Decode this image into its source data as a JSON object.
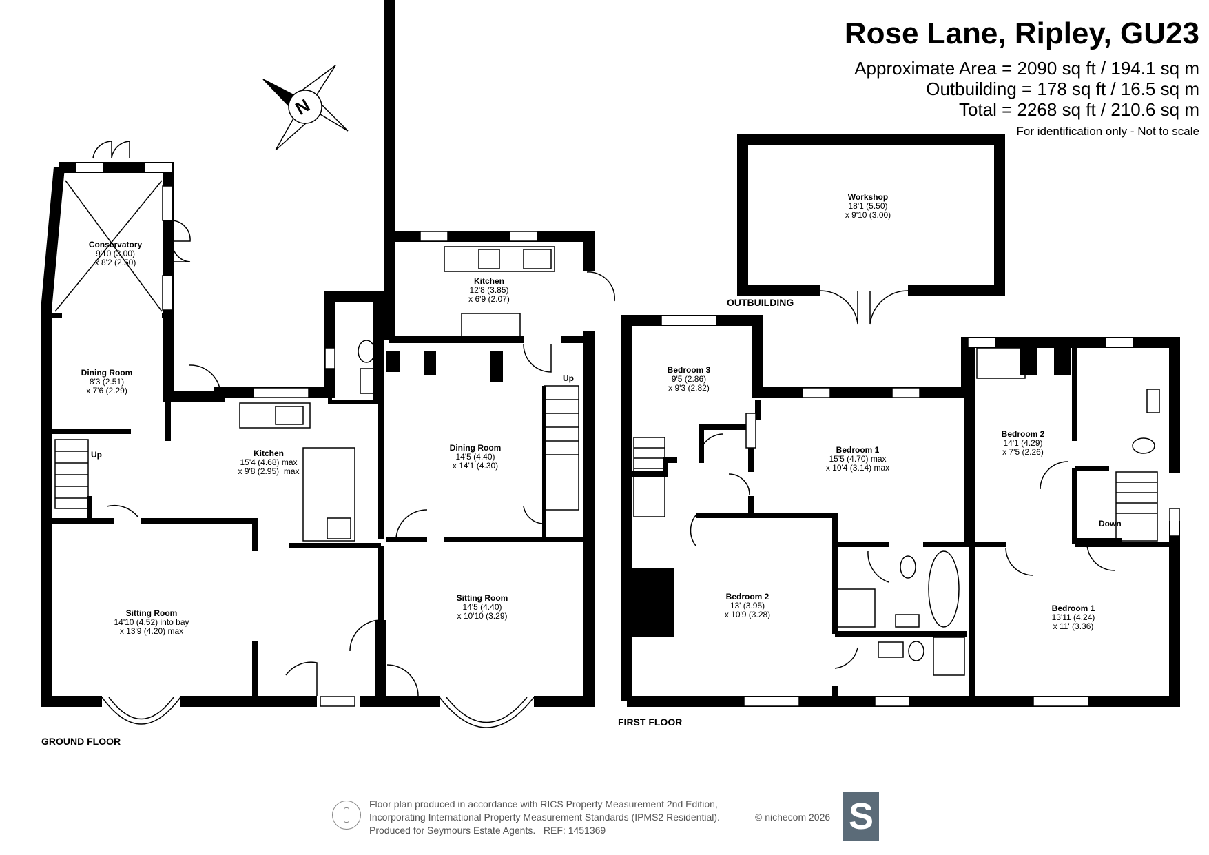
{
  "header": {
    "title": "Rose Lane, Ripley, GU23",
    "area_main": "Approximate Area = 2090 sq ft / 194.1 sq m",
    "area_outbuilding": "Outbuilding = 178 sq ft / 16.5 sq m",
    "area_total": "Total = 2268 sq ft / 210.6 sq m",
    "note": "For identification only - Not to scale"
  },
  "compass": {
    "label": "N"
  },
  "floors": {
    "ground": "GROUND FLOOR",
    "first": "FIRST FLOOR",
    "outbuilding": "OUTBUILDING"
  },
  "rooms": {
    "conservatory": {
      "name": "Conservatory",
      "d1": "9'10 (3.00)",
      "d2": "x 8'2 (2.50)"
    },
    "dining_left": {
      "name": "Dining Room",
      "d1": "8'3 (2.51)",
      "d2": "x 7'6 (2.29)"
    },
    "kitchen_mid": {
      "name": "Kitchen",
      "d1": "15'4 (4.68) max",
      "d2": "x 9'8 (2.95)  max"
    },
    "kitchen_top": {
      "name": "Kitchen",
      "d1": "12'8 (3.85)",
      "d2": "x 6'9 (2.07)"
    },
    "dining_right": {
      "name": "Dining Room",
      "d1": "14'5 (4.40)",
      "d2": "x 14'1 (4.30)"
    },
    "sitting_left": {
      "name": "Sitting Room",
      "d1": "14'10 (4.52) into bay",
      "d2": "x 13'9 (4.20) max"
    },
    "sitting_right": {
      "name": "Sitting Room",
      "d1": "14'5 (4.40)",
      "d2": "x 10'10 (3.29)"
    },
    "workshop": {
      "name": "Workshop",
      "d1": "18'1 (5.50)",
      "d2": "x 9'10 (3.00)"
    },
    "bed3": {
      "name": "Bedroom 3",
      "d1": "9'5 (2.86)",
      "d2": "x 9'3 (2.82)"
    },
    "bed1_left": {
      "name": "Bedroom 1",
      "d1": "15'5 (4.70) max",
      "d2": "x 10'4 (3.14) max"
    },
    "bed2_left": {
      "name": "Bedroom 2",
      "d1": "13' (3.95)",
      "d2": "x 10'9 (3.28)"
    },
    "bed2_right": {
      "name": "Bedroom 2",
      "d1": "14'1 (4.29)",
      "d2": "x 7'5 (2.26)"
    },
    "bed1_right": {
      "name": "Bedroom 1",
      "d1": "13'11 (4.24)",
      "d2": "x 11' (3.36)"
    }
  },
  "stairs": {
    "up_left": "Up",
    "up_right": "Up",
    "down_mid": "Down",
    "down_right": "Down"
  },
  "footer": {
    "line1": "Floor plan produced in accordance with RICS Property Measurement 2nd Edition,",
    "line2": "Incorporating International Property Measurement Standards (IPMS2 Residential).",
    "line3": "Produced for Seymours Estate Agents.   REF: 1451369",
    "copyright": "© nichecom 2026",
    "logo": "S"
  }
}
